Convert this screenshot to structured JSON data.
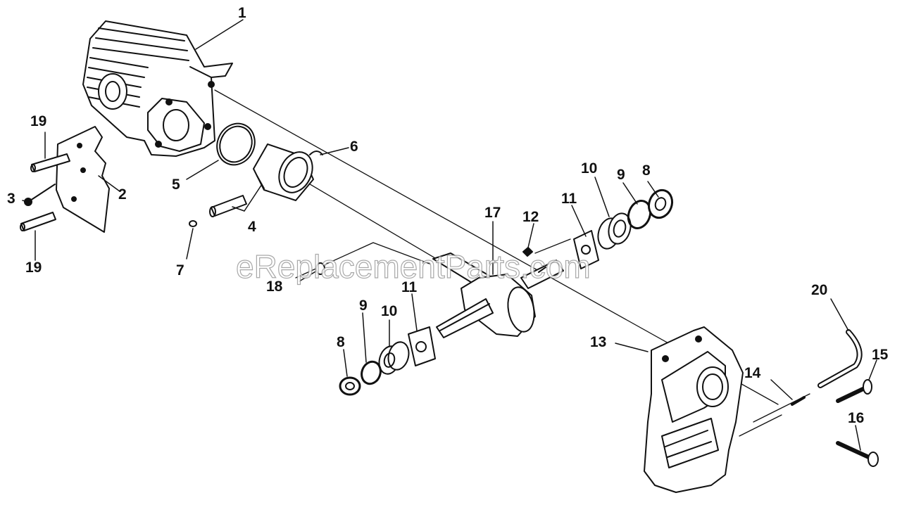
{
  "watermark": "eReplacementParts.com",
  "callouts": {
    "c1": "1",
    "c2": "2",
    "c3": "3",
    "c4": "4",
    "c5": "5",
    "c6": "6",
    "c7": "7",
    "c8a": "8",
    "c8b": "8",
    "c9a": "9",
    "c9b": "9",
    "c10a": "10",
    "c10b": "10",
    "c11a": "11",
    "c11b": "11",
    "c12": "12",
    "c13": "13",
    "c14": "14",
    "c15": "15",
    "c16": "16",
    "c17": "17",
    "c18": "18",
    "c19a": "19",
    "c19b": "19",
    "c20": "20"
  }
}
